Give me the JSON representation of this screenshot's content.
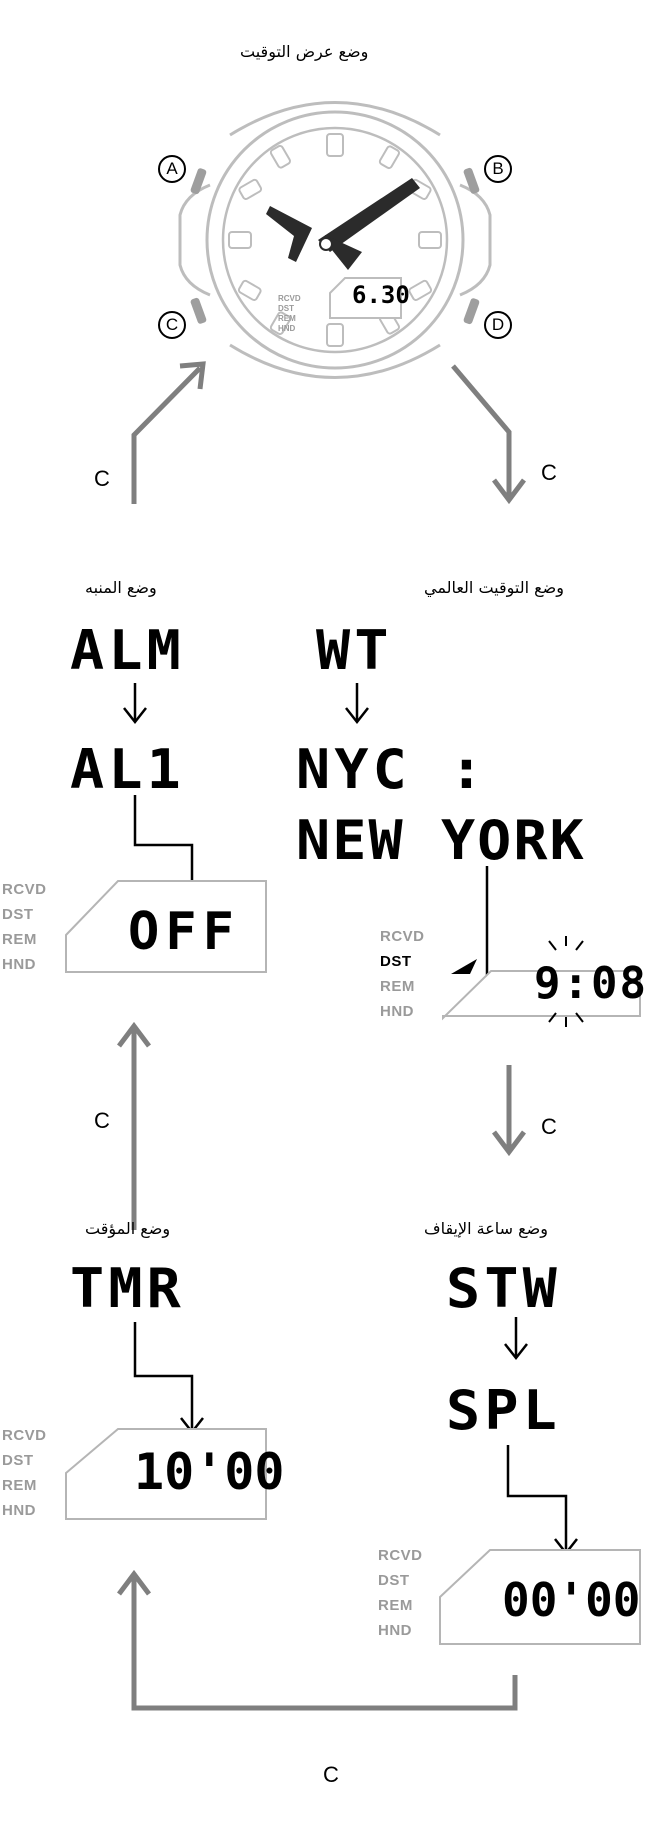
{
  "timekeeping": {
    "title": "وضع عرض التوقيت",
    "lcd_time": "6.30",
    "indicators": [
      "RCVD",
      "DST",
      "REM",
      "HND"
    ],
    "buttons": [
      "A",
      "B",
      "C",
      "D"
    ]
  },
  "transitions": {
    "to_world_time": "C",
    "to_timekeeping": "C",
    "to_stopwatch": "C",
    "to_alarm": "C",
    "timer_to_alarm": "C",
    "stopwatch_to_timer": "C"
  },
  "world_time": {
    "title": "وضع التوقيت العالمي",
    "code": "WT",
    "city_line1": "NYC :",
    "city_line2": "NEW  YORK",
    "indicators": [
      "RCVD",
      "DST",
      "REM",
      "HND"
    ],
    "active_indicator": "DST",
    "lcd_hour": "9",
    "lcd_colon": ":",
    "lcd_min": "08"
  },
  "alarm": {
    "title": "وضع المنبه",
    "code": "ALM",
    "sub": "AL1",
    "indicators": [
      "RCVD",
      "DST",
      "REM",
      "HND"
    ],
    "lcd": "OFF"
  },
  "timer": {
    "title": "وضع المؤقت",
    "code": "TMR",
    "indicators": [
      "RCVD",
      "DST",
      "REM",
      "HND"
    ],
    "lcd": "10'00"
  },
  "stopwatch": {
    "title": "وضع ساعة الإيقاف",
    "code": "STW",
    "sub": "SPL",
    "indicators": [
      "RCVD",
      "DST",
      "REM",
      "HND"
    ],
    "lcd": "00'00"
  },
  "colors": {
    "arrow_gray": "#7f7f7f",
    "outline_gray": "#b0b0b0",
    "indicator_gray": "#9a9a9a",
    "ink": "#000000"
  }
}
